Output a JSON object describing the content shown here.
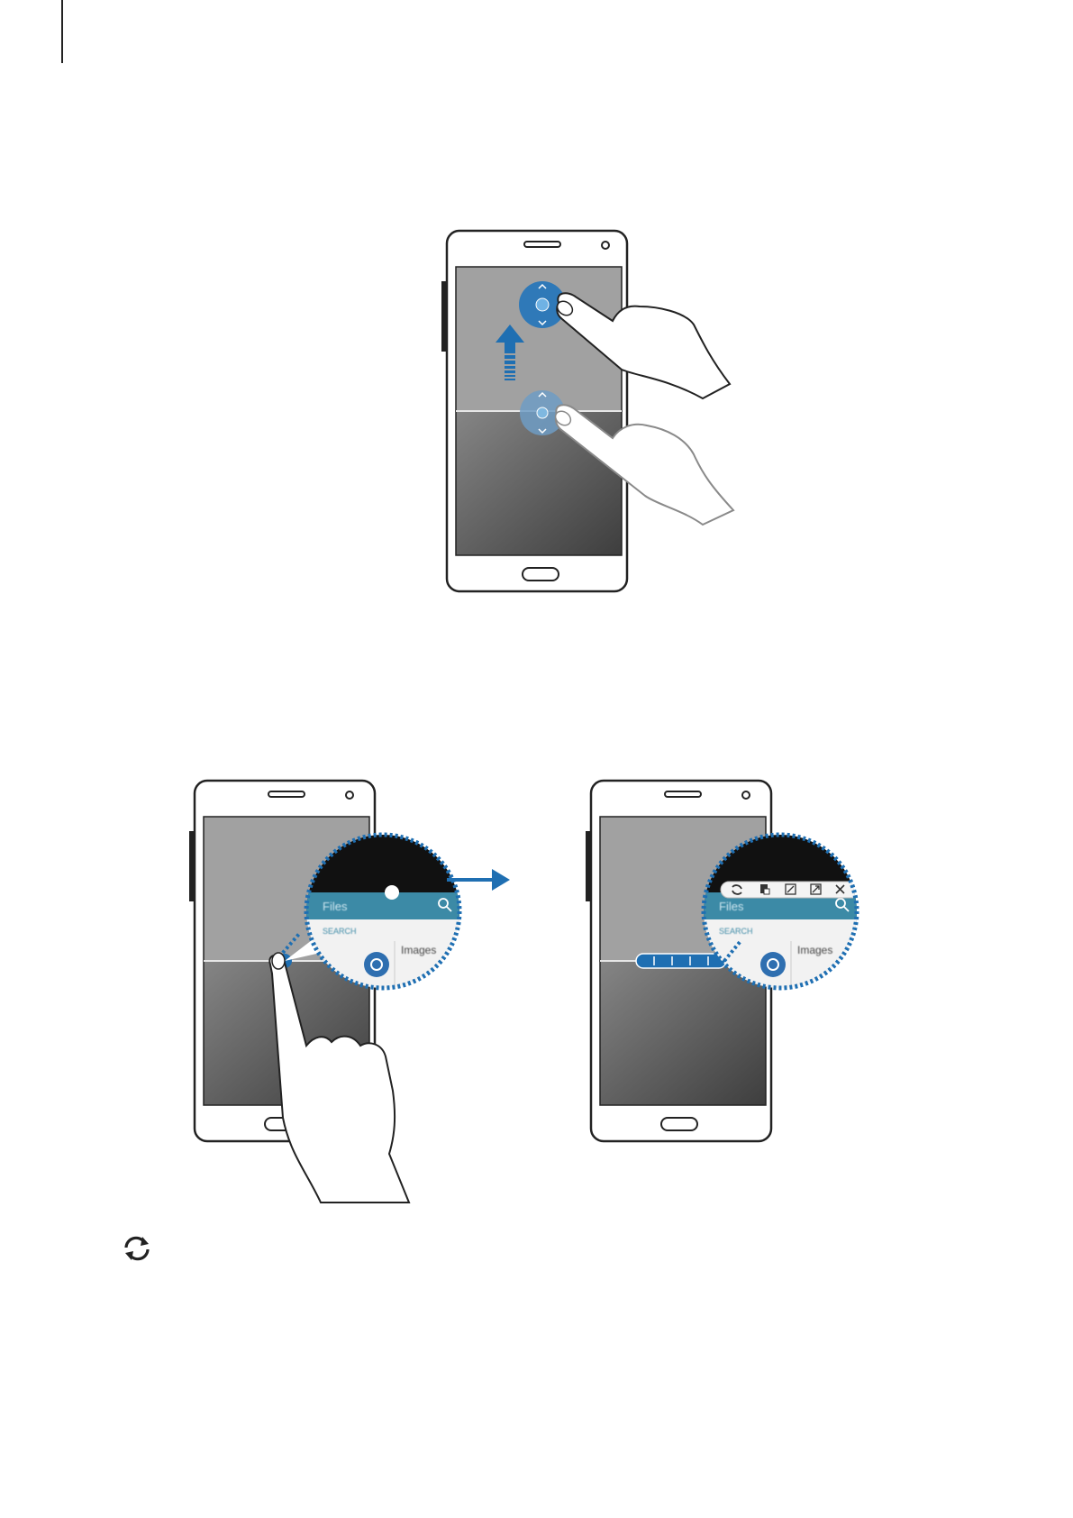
{
  "page": {
    "colors": {
      "accent": "#1f6fb2",
      "accent_light": "#5aa0d6",
      "panel_gray": "#a1a1a1",
      "panel_dark": "#4a4a4a",
      "app_bar": "#3c8aa6"
    }
  },
  "figure_top": {
    "icons": [
      "phone-icon",
      "hand-icon",
      "up-arrow-icon",
      "window-handle-icon"
    ]
  },
  "figure_bottom": {
    "zoom_left": {
      "app_bar_title": "Files",
      "section_label": "SEARCH",
      "item_label": "Images"
    },
    "zoom_right": {
      "app_bar_title": "Files",
      "section_label": "SEARCH",
      "item_label": "Images",
      "toolbar_icons": [
        "switch-windows-icon",
        "drag-content-icon",
        "minimize-icon",
        "maximize-icon",
        "close-icon"
      ]
    }
  },
  "note": {
    "icon": "switch-windows-icon"
  }
}
